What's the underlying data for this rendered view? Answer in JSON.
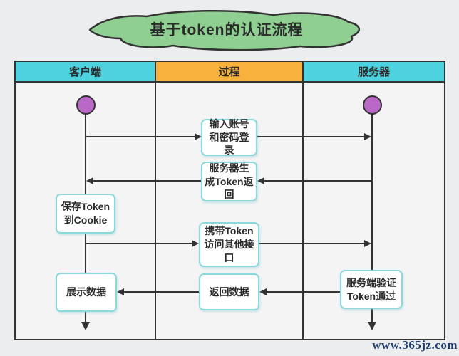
{
  "title": "基于token的认证流程",
  "watermark": "www.365jz.com",
  "lanes": {
    "client": "客户端",
    "process": "过程",
    "server": "服务器"
  },
  "nodes": {
    "input_login": "输入账号和密码登录",
    "server_generate": "服务器生成Token返回",
    "save_token": "保存Token到Cookie",
    "carry_token": "携带Token访问其他接口",
    "show_data": "展示数据",
    "return_data": "返回数据",
    "server_verify": "服务端验证Token通过"
  },
  "colors": {
    "background": "#ecedee",
    "lane_header_cyan": "#4dd3e0",
    "lane_header_orange": "#f9b13e",
    "title_banner_green": "#8fd092",
    "actor_circle_purple": "#ba68c8",
    "node_border_teal": "#8ad9dd",
    "line_dark": "#333333",
    "watermark_blue": "#1d3d6e"
  }
}
